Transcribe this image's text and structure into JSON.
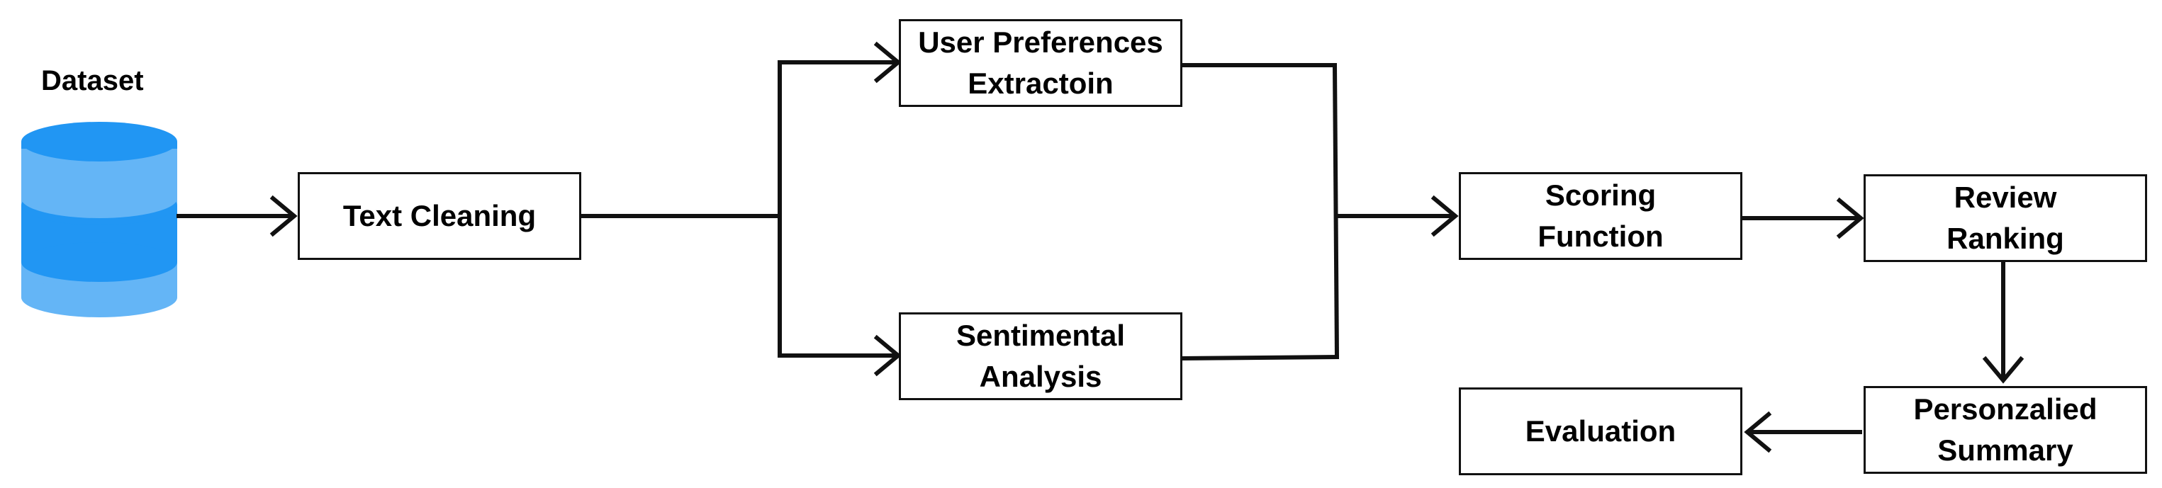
{
  "diagram": {
    "dataset_label": "Dataset",
    "database_icon": "database-icon",
    "colors": {
      "db_dark": "#2196F3",
      "db_light": "#64B5F6",
      "stroke": "#111111"
    },
    "nodes": {
      "text_cleaning": "Text Cleaning",
      "user_preferences": "User Preferences\nExtractoin",
      "sentimental_analysis": "Sentimental\nAnalysis",
      "scoring_function": "Scoring\nFunction",
      "review_ranking": "Review\nRanking",
      "personalized_summary": "Personzalied\nSummary",
      "evaluation": "Evaluation"
    }
  }
}
